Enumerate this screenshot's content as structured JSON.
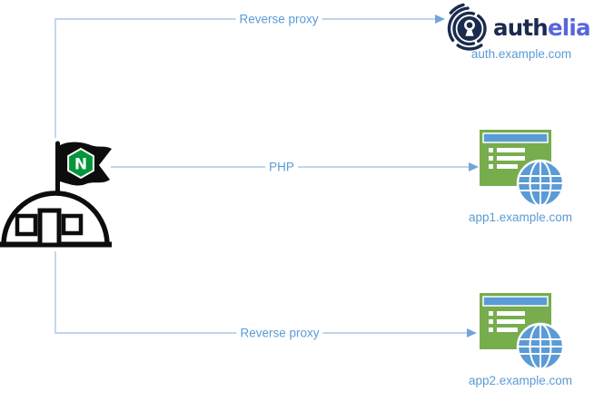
{
  "colors": {
    "line": "#A9C7E9",
    "arrow": "#74A3DB",
    "edge-label": "#5B9BD5",
    "domain-label": "#5B9BD5",
    "app-green": "#77AD4D",
    "app-blue": "#5B9BD5",
    "nginx-green": "#009639",
    "icon-black": "#0D0D0D",
    "authelia-navy": "#1B2B4E",
    "authelia-accent": "#5766DB"
  },
  "nodes": {
    "nginx": {
      "flag_letter": "N"
    },
    "authelia": {
      "brand_prefix": "auth",
      "brand_suffix": "elia",
      "domain": "auth.example.com"
    },
    "app1": {
      "domain": "app1.example.com"
    },
    "app2": {
      "domain": "app2.example.com"
    }
  },
  "edges": [
    {
      "label": "Reverse proxy",
      "from": "nginx",
      "to": "authelia"
    },
    {
      "label": "PHP",
      "from": "nginx",
      "to": "app1"
    },
    {
      "label": "Reverse proxy",
      "from": "nginx",
      "to": "app2"
    }
  ],
  "icons": {
    "nginx": "nginx-tent-flag-icon",
    "authelia": "authelia-lock-icon",
    "app": "web-app-globe-icon"
  }
}
